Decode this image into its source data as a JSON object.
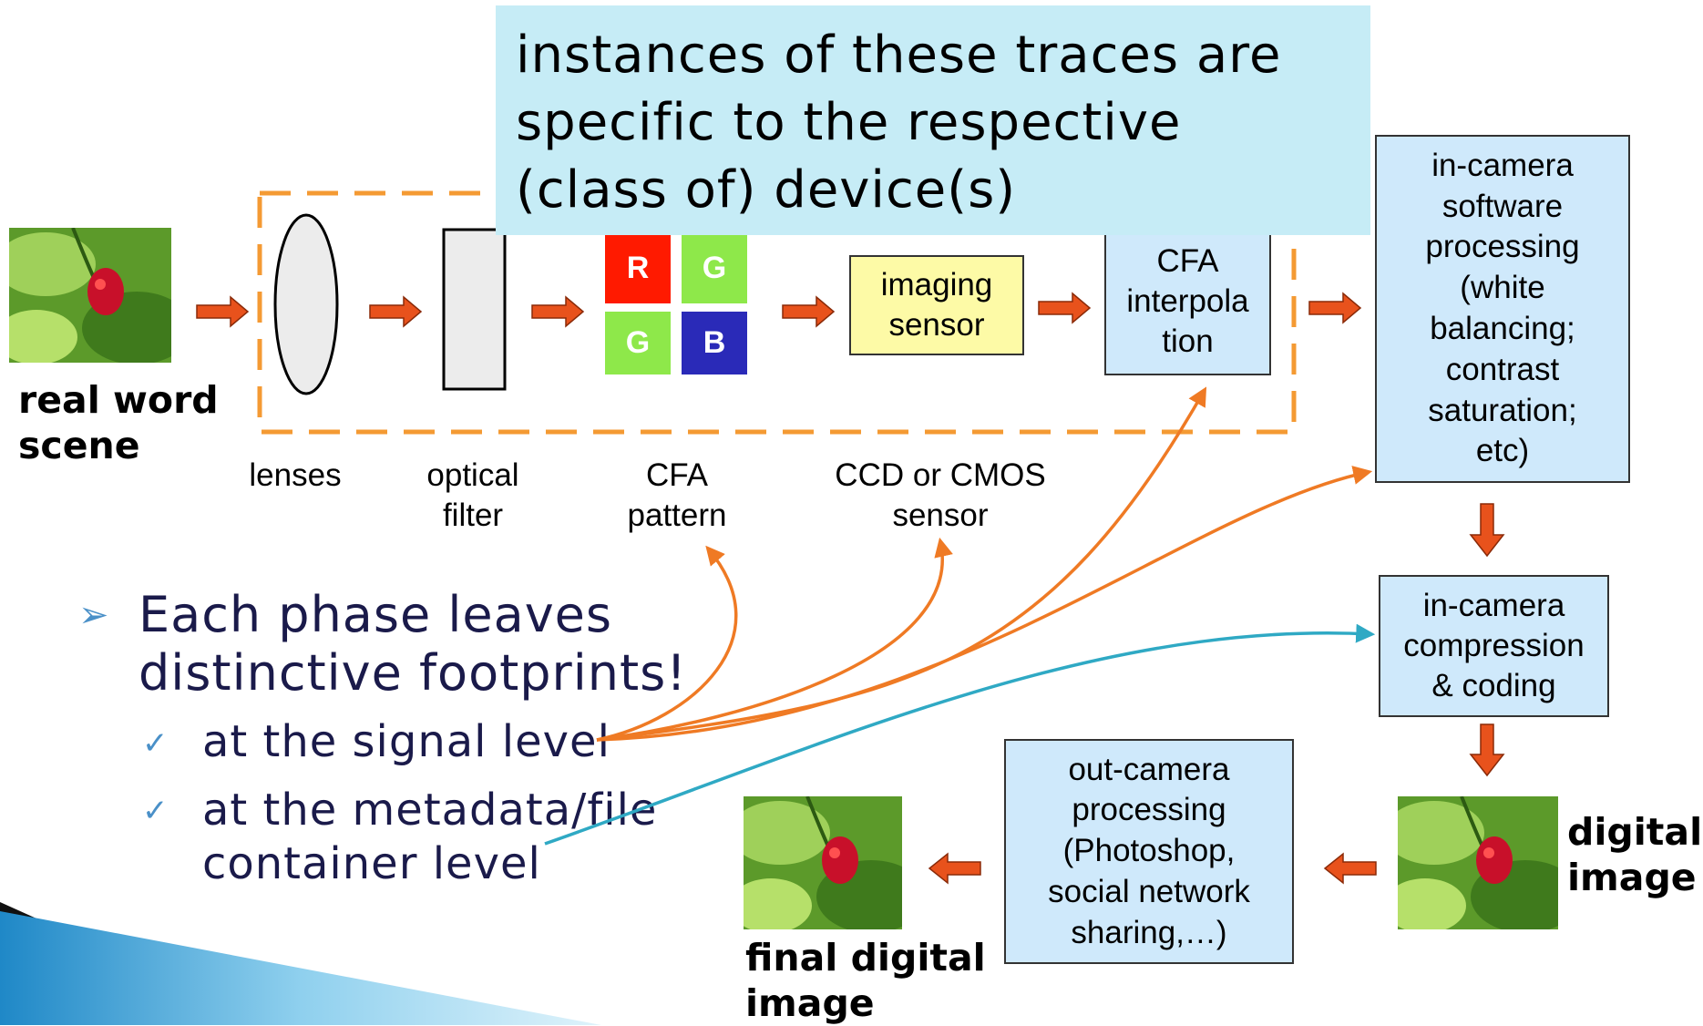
{
  "callout": {
    "text": "instances of these traces are\nspecific to the respective\n(class of) device(s)"
  },
  "pipeline": {
    "scene_label": "real word\nscene",
    "lenses_label": "lenses",
    "filter_label": "optical\nfilter",
    "cfa_label": "CFA\npattern",
    "sensor_label": "CCD or CMOS\nsensor",
    "cfa_cells": [
      "R",
      "G",
      "G",
      "B"
    ],
    "imaging_sensor": "imaging\nsensor",
    "cfa_interpolation": "CFA\ninterpola\ntion",
    "software_processing": "in-camera\nsoftware\nprocessing\n(white\nbalancing;\ncontrast\nsaturation;\netc)",
    "compression": "in-camera\ncompression\n& coding",
    "digital_image_label": "digital\nimage",
    "out_camera": "out-camera\nprocessing\n(Photoshop,\nsocial network\nsharing,…)",
    "final_image_label": "final digital\nimage"
  },
  "bullets": {
    "main": "Each phase leaves\ndistinctive footprints!",
    "sub1": "at the signal level",
    "sub2": "at the metadata/file\ncontainer level",
    "main_marker": "➢",
    "sub_marker": "✓"
  },
  "colors": {
    "arrow": "#e8521c",
    "dash_frame": "#f49a33",
    "signal_curve": "#ef7a24",
    "metadata_curve": "#2fa9c4",
    "box_blue": "#cfe9fb",
    "box_yellow": "#fdfaa6",
    "cfa_red": "#ff1a00",
    "cfa_green": "#8ee84a",
    "cfa_blue": "#2a2ab8",
    "callout_bg": "#c6ecf6"
  }
}
